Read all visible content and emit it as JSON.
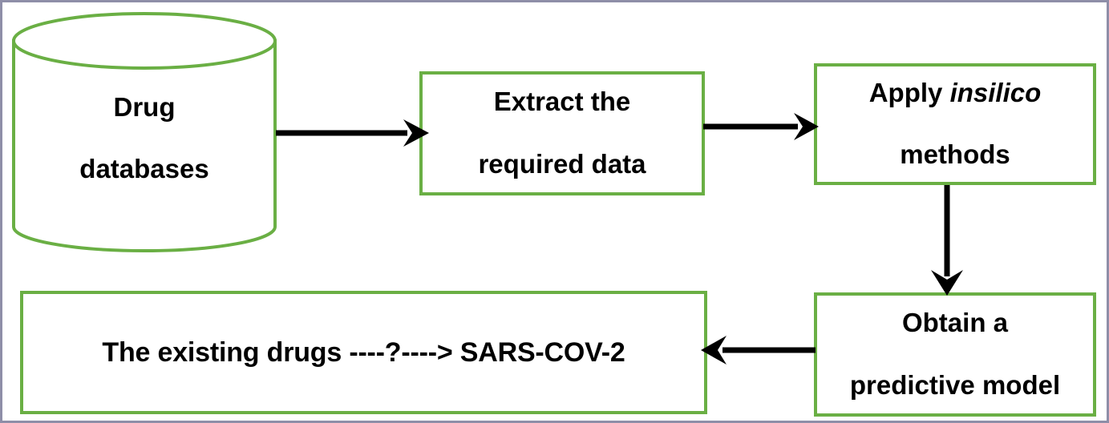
{
  "diagram": {
    "title": "Drug repurposing in silico workflow",
    "colors": {
      "node_border": "#6aaf44",
      "frame_border": "#8e8ea8",
      "arrow": "#000000",
      "text": "#000000",
      "background": "#ffffff"
    },
    "nodes": [
      {
        "id": "drug-databases",
        "shape": "cylinder",
        "label": "Drug\ndatabases",
        "line1": "Drug",
        "line2": "databases"
      },
      {
        "id": "extract-data",
        "shape": "rectangle",
        "label": "Extract the\nrequired data",
        "line1": "Extract the",
        "line2": "required data"
      },
      {
        "id": "apply-insilico-methods",
        "shape": "rectangle",
        "label": "Apply insilico methods",
        "line1_prefix": "Apply ",
        "line1_italic": "insilico",
        "line2": "methods"
      },
      {
        "id": "obtain-predictive-model",
        "shape": "rectangle",
        "label": "Obtain a\npredictive model",
        "line1": "Obtain a",
        "line2": "predictive model"
      },
      {
        "id": "outcome",
        "shape": "rectangle",
        "label": "The existing drugs ----?----> SARS-COV-2"
      }
    ],
    "arrows": [
      {
        "id": "arrow-databases-to-extract",
        "from": "drug-databases",
        "to": "extract-data",
        "direction": "right"
      },
      {
        "id": "arrow-extract-to-apply",
        "from": "extract-data",
        "to": "apply-insilico-methods",
        "direction": "right"
      },
      {
        "id": "arrow-apply-to-obtain",
        "from": "apply-insilico-methods",
        "to": "obtain-predictive-model",
        "direction": "down"
      },
      {
        "id": "arrow-obtain-to-outcome",
        "from": "obtain-predictive-model",
        "to": "outcome",
        "direction": "left"
      }
    ]
  }
}
